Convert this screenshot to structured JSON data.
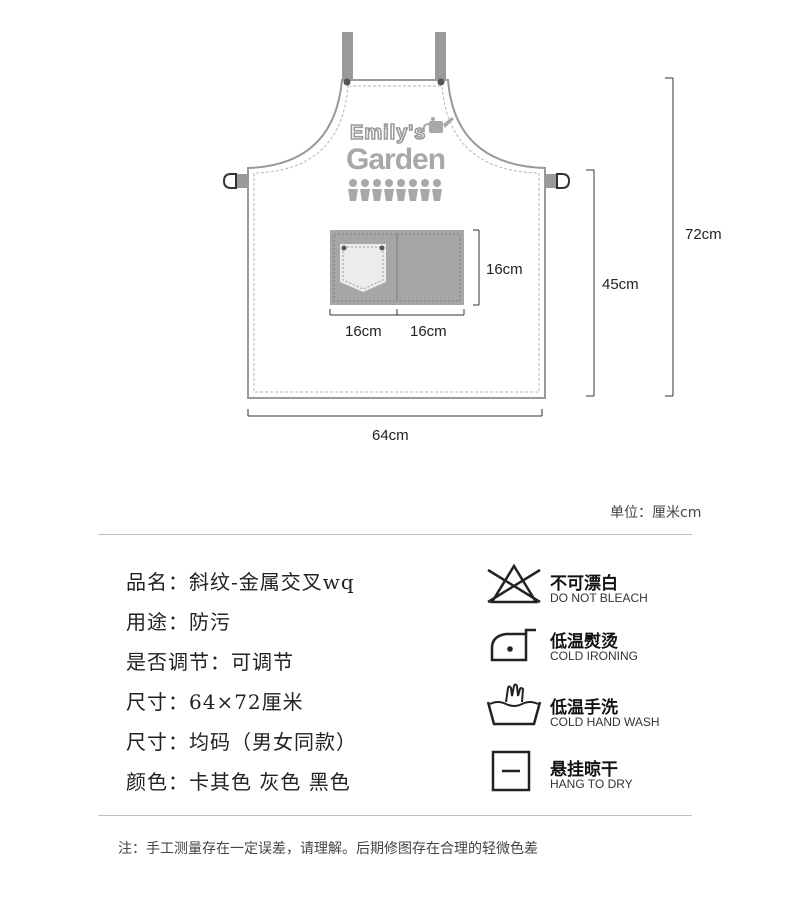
{
  "apron": {
    "brand_line1": "Emily's",
    "brand_line2": "Garden",
    "colors": {
      "apron_outline": "#999999",
      "pocket": "#a6a6a6",
      "strap": "#9a9a9a"
    }
  },
  "dimensions": {
    "total_height": "72cm",
    "body_height": "45cm",
    "width": "64cm",
    "pocket_height": "16cm",
    "pocket_left_width": "16cm",
    "pocket_right_width": "16cm"
  },
  "unit_label": "单位：厘米cm",
  "specs": [
    "品名：斜纹-金属交叉wq",
    "用途：防污",
    "是否调节：可调节",
    "尺寸：64×72厘米",
    "尺寸：均码（男女同款）",
    "颜色：卡其色 灰色 黑色"
  ],
  "care": [
    {
      "icon": "no-bleach-icon",
      "title": "不可漂白",
      "subtitle": "DO NOT BLEACH"
    },
    {
      "icon": "low-iron-icon",
      "title": "低温熨烫",
      "subtitle": "COLD IRONING"
    },
    {
      "icon": "hand-wash-icon",
      "title": "低温手洗",
      "subtitle": "COLD HAND WASH"
    },
    {
      "icon": "hang-dry-icon",
      "title": "悬挂晾干",
      "subtitle": "HANG TO DRY"
    }
  ],
  "note": "注：手工测量存在一定误差，请理解。后期修图存在合理的轻微色差"
}
